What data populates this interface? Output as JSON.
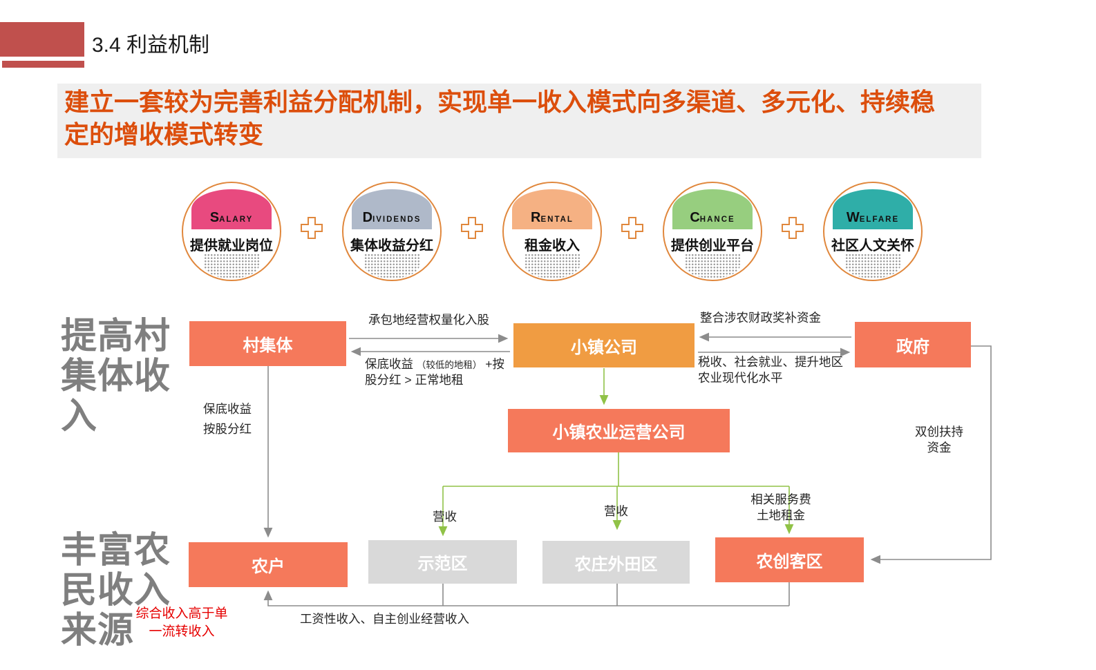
{
  "header": {
    "title": "3.4 利益机制"
  },
  "banner": {
    "text": "建立一套较为完善利益分配机制，实现单一收入模式向多渠道、多元化、持续稳定的增收模式转变",
    "text_color": "#DC4E0C",
    "bg_color": "#EFEFEF"
  },
  "income_circles": {
    "items": [
      {
        "en_initial": "S",
        "en_rest": "ALARY",
        "zh": "提供就业岗位",
        "color": "#E84A7F"
      },
      {
        "en_initial": "D",
        "en_rest": "IVIDENDS",
        "zh": "集体收益分红",
        "color": "#AFB9C9"
      },
      {
        "en_initial": "R",
        "en_rest": "ENTAL",
        "zh": "租金收入",
        "color": "#F5B183"
      },
      {
        "en_initial": "C",
        "en_rest": "HANCE",
        "zh": "提供创业平台",
        "color": "#97CE7F"
      },
      {
        "en_initial": "W",
        "en_rest": "ELFARE",
        "zh": "社区人文关怀",
        "color": "#2FAEA8"
      }
    ]
  },
  "side_labels": {
    "village_income": "提高村集体收入",
    "farmer_income": "丰富农民收入来源",
    "farmer_note": "综合收入高于单一流转收入"
  },
  "nodes": {
    "village_collective": "村集体",
    "town_company": "小镇公司",
    "government": "政府",
    "agri_operation_company": "小镇农业运营公司",
    "farmers": "农户",
    "demo_zone": "示范区",
    "farm_outfield_zone": "农庄外田区",
    "agri_maker_zone": "农创客区"
  },
  "edge_labels": {
    "land_rights_to_shares": "承包地经营权量化入股",
    "guaranteed_return_p1": "保底收益",
    "guaranteed_return_p2": "（较低的地租）",
    "guaranteed_return_p3": "+按股分红 > 正常地租",
    "gov_to_company": "整合涉农财政奖补资金",
    "company_to_gov": "税收、社会就业、提升地区农业现代化水平",
    "village_to_farmers": "保底收益\n按股分红",
    "revenue_left": "营收",
    "revenue_mid": "营收",
    "service_fee": "相关服务费\n土地租金",
    "innovation_fund": "双创扶持资金",
    "wage_income": "工资性收入、自主创业经营收入"
  },
  "colors": {
    "accent_red": "#C0504D",
    "banner_text_orange": "#DC4E0C",
    "coral_box": "#F5795B",
    "orange_box": "#F09C42",
    "gray_box": "#D9D9D9",
    "green_arrow": "#90C247",
    "gray_arrow": "#8C8C8C",
    "side_label_gray": "#7F7F7F",
    "note_red": "#E60000",
    "circle_ring_orange": "#E0873C"
  }
}
